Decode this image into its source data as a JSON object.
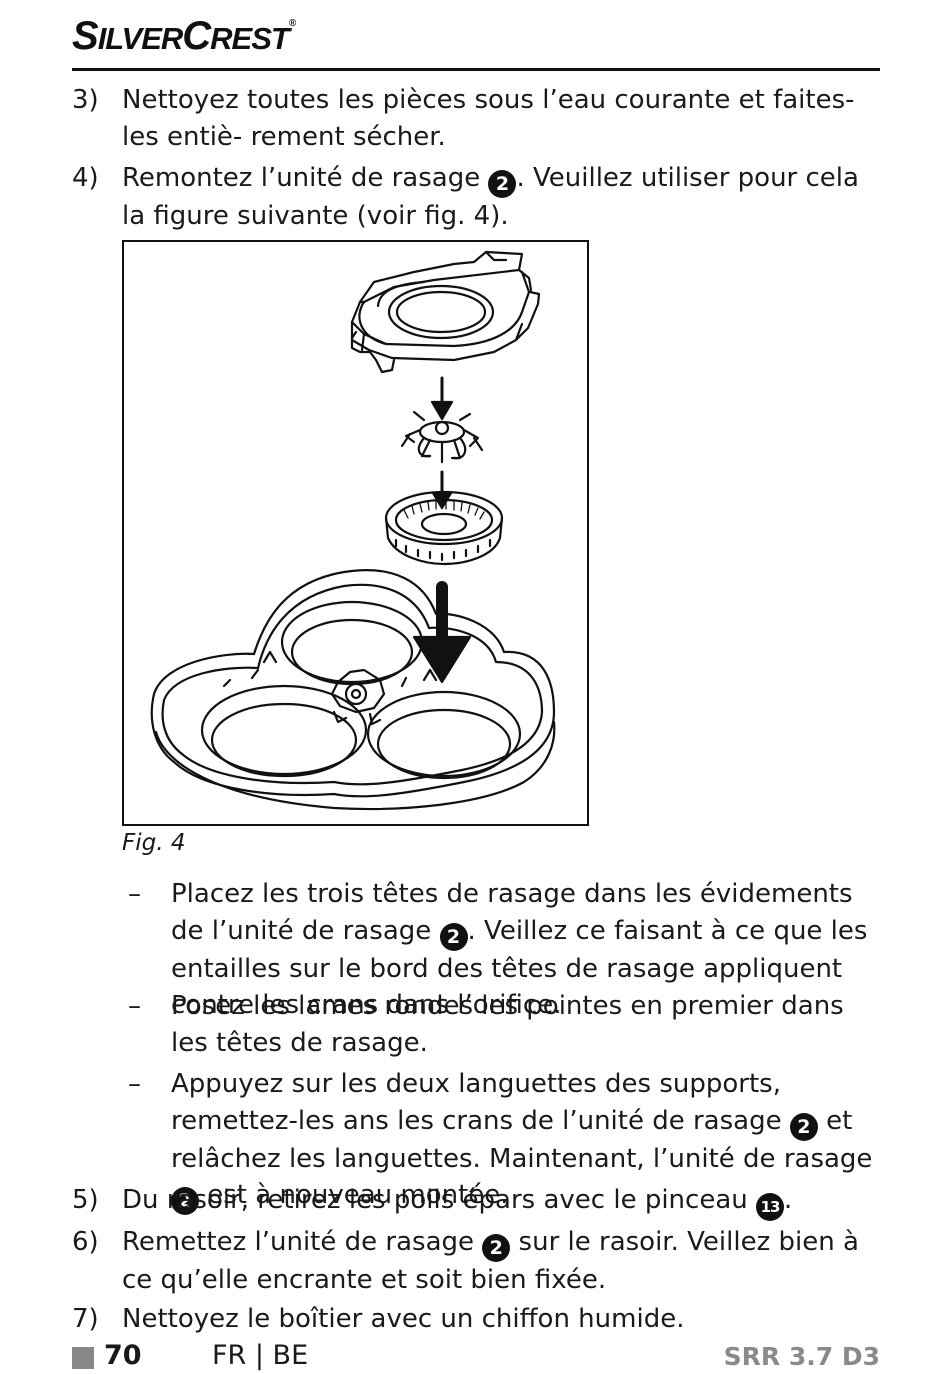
{
  "brand": {
    "s": "S",
    "ilver": "ILVER",
    "c": "C",
    "rest": "REST",
    "reg": "®"
  },
  "steps": [
    {
      "num": "3)",
      "text": "Nettoyez toutes les pièces sous l’eau courante et faites-les entiè- rement sécher."
    },
    {
      "num": "4)",
      "text_a": "Remontez l’unité de rasage ",
      "ref": "2",
      "text_b": ". Veuillez utiliser pour cela la figure suivante (voir fig. 4)."
    },
    {
      "num": "5)",
      "text_a": "Du rasoir, retirez les poils épars avec le pinceau ",
      "ref": "13",
      "text_b": "."
    },
    {
      "num": "6)",
      "text_a": "Remettez l’unité de rasage ",
      "ref": "2",
      "text_b": " sur le rasoir. Veillez bien à ce qu’elle encrante et soit bien fixée."
    },
    {
      "num": "7)",
      "text": "Nettoyez le boîtier avec un chiffon humide."
    }
  ],
  "figure": {
    "caption": "Fig. 4"
  },
  "substeps": [
    {
      "dash": "–",
      "text_a": "Placez les trois têtes de rasage dans les évidements de l’unité de rasage ",
      "ref": "2",
      "text_b": ". Veillez ce faisant à ce que les entailles sur le bord des têtes de rasage appliquent contre les crans dans l’orifice."
    },
    {
      "dash": "–",
      "text": "Posez les lames rondes les pointes en premier dans les têtes de rasage."
    },
    {
      "dash": "–",
      "text_a": "Appuyez sur les deux languettes des supports, remettez-les ans les crans de l’unité de rasage ",
      "ref": "2",
      "text_b": " et relâchez les languettes. Maintenant, l’unité de rasage ",
      "ref2": "2",
      "text_c": " est à nouveau montée."
    }
  ],
  "footer": {
    "page": "70",
    "lang": "FR | BE",
    "model": "SRR 3.7 D3"
  }
}
